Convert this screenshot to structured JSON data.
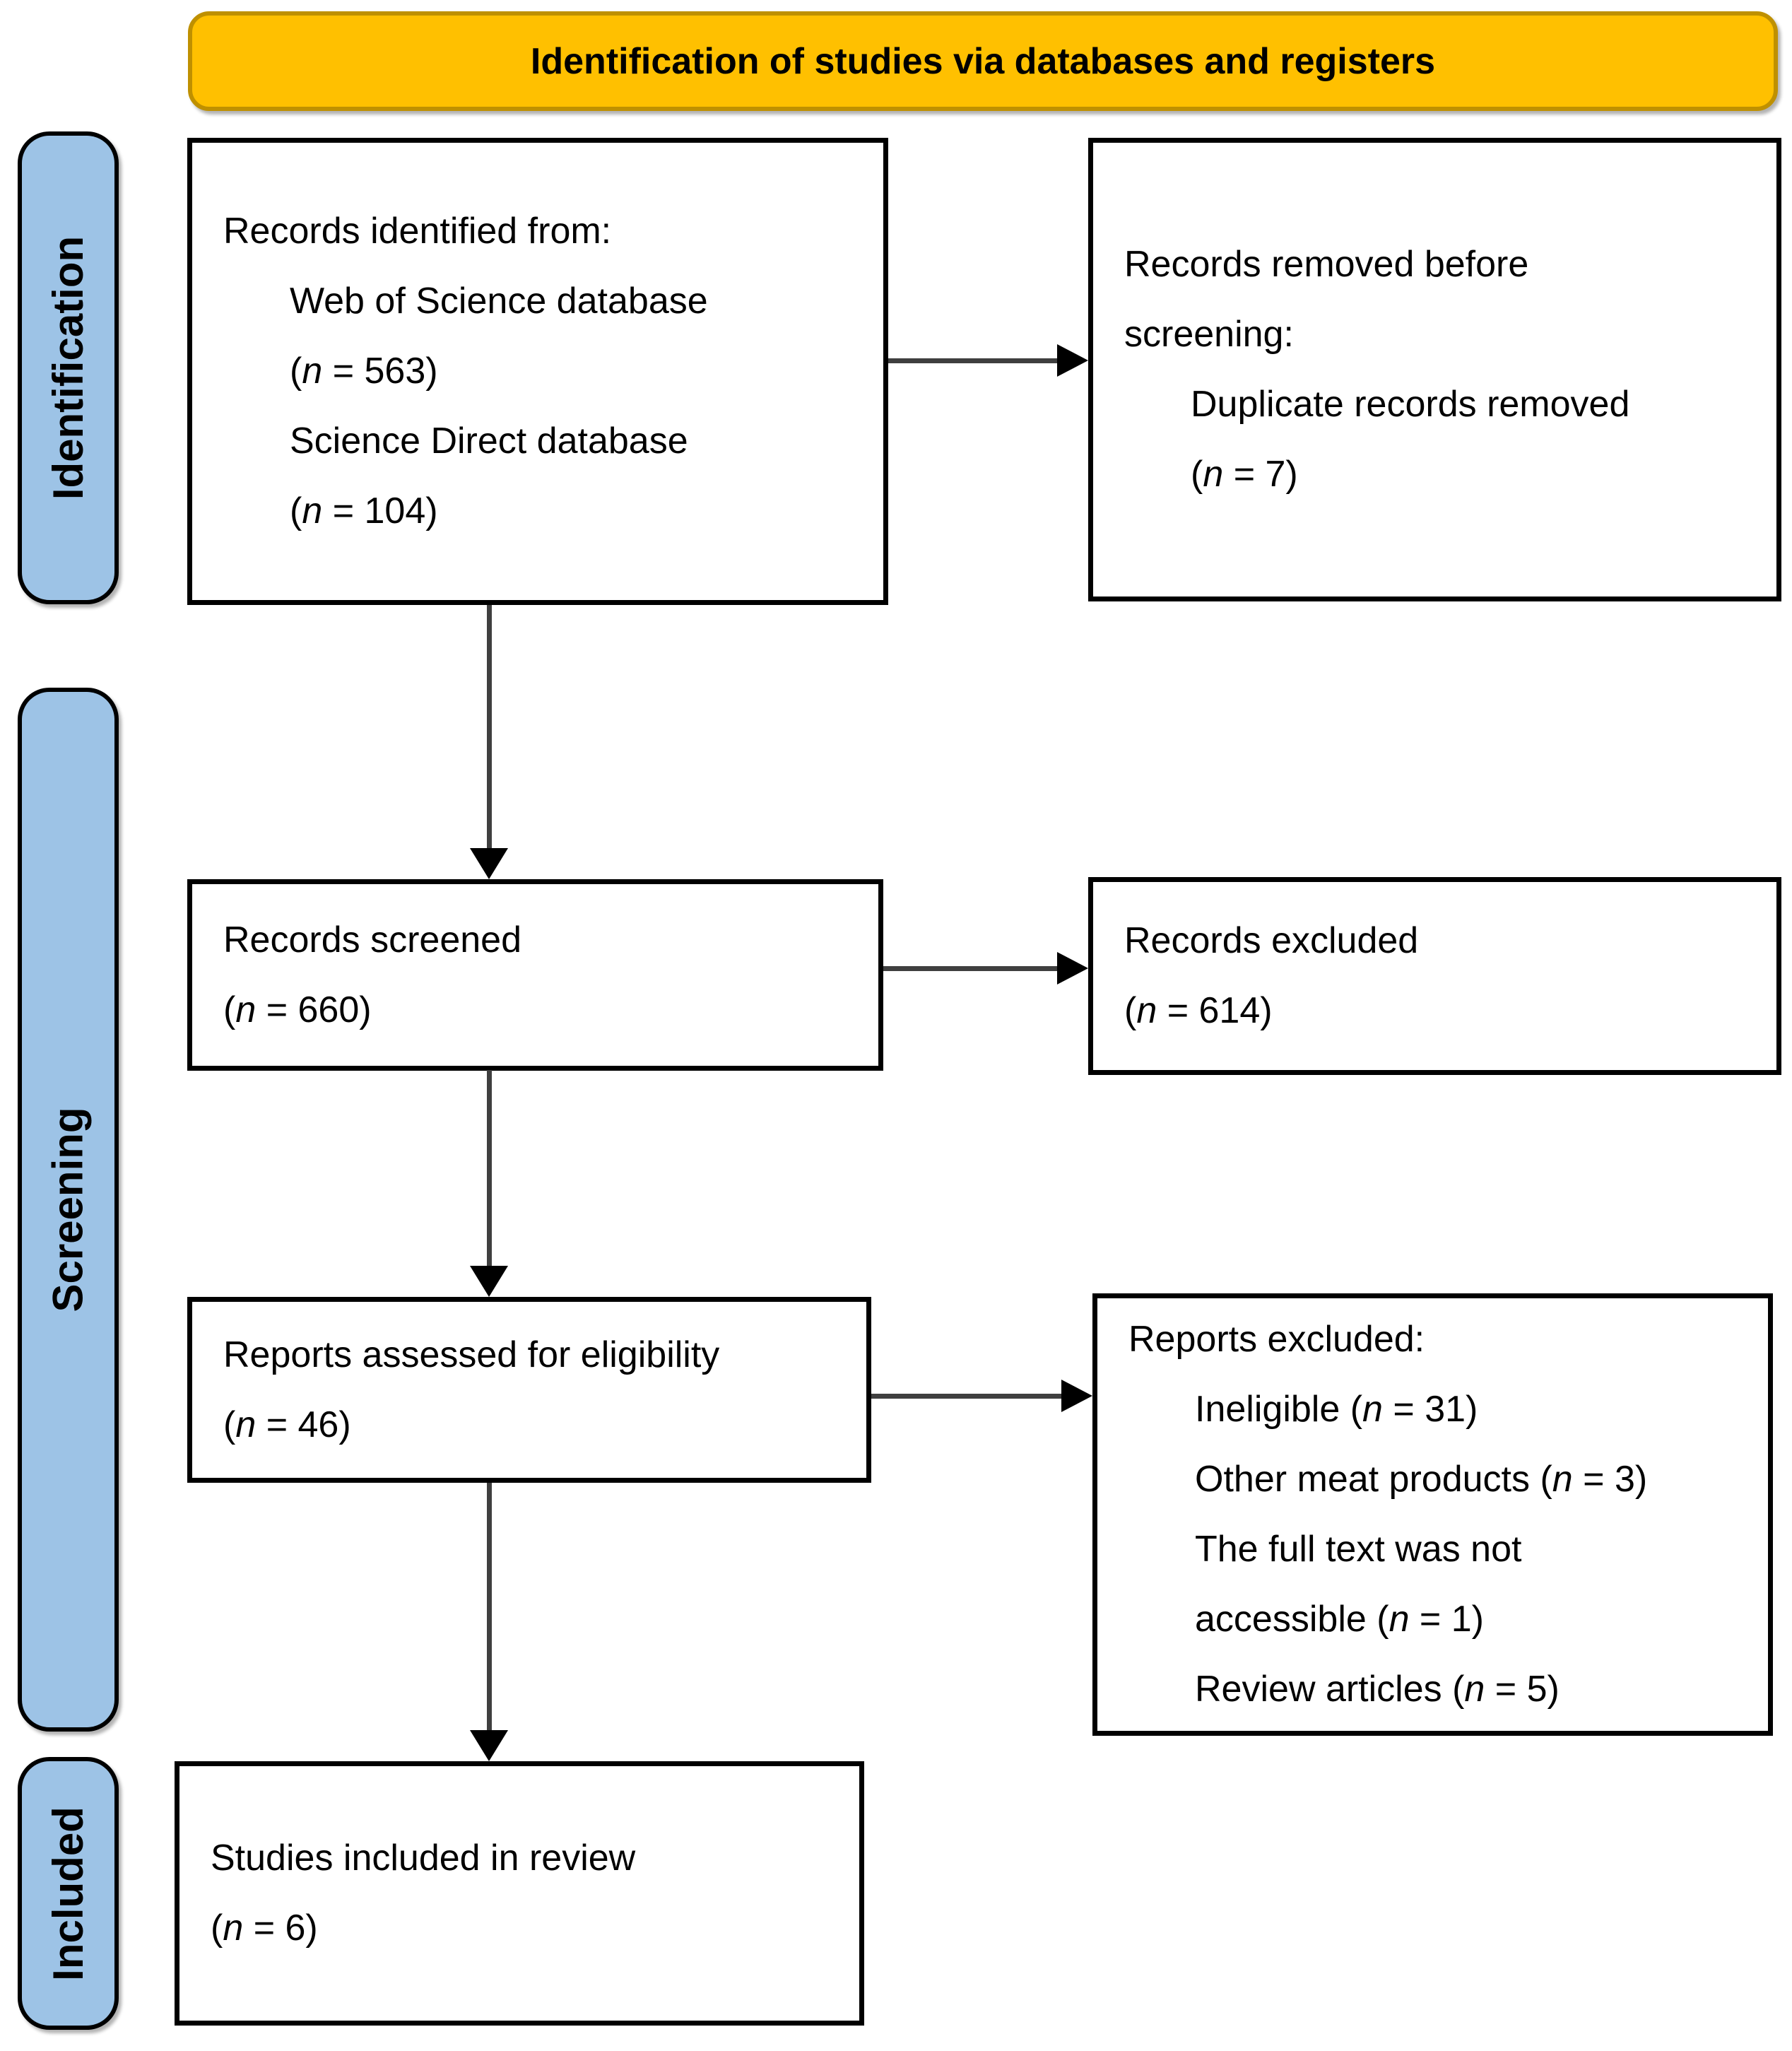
{
  "banner": {
    "title": "Identification of studies via databases and registers"
  },
  "sidebar": {
    "identification": "Identification",
    "screening": "Screening",
    "included": "Included"
  },
  "boxes": {
    "records_identified": {
      "lines": [
        {
          "text": "Records identified from:",
          "indent": false
        },
        {
          "text": "Web of Science database",
          "indent": true
        },
        {
          "text": "(*n* = 563)",
          "indent": true
        },
        {
          "text": "Science Direct database",
          "indent": true
        },
        {
          "text": "(*n* = 104)",
          "indent": true
        }
      ]
    },
    "records_removed": {
      "lines": [
        {
          "text": "Records removed before",
          "indent": false
        },
        {
          "text": "screening:",
          "indent": false
        },
        {
          "text": "Duplicate records removed",
          "indent": true
        },
        {
          "text": "(*n* = 7)",
          "indent": true
        }
      ]
    },
    "records_screened": {
      "lines": [
        {
          "text": "Records screened",
          "indent": false
        },
        {
          "text": "(*n* = 660)",
          "indent": false
        }
      ]
    },
    "records_excluded": {
      "lines": [
        {
          "text": "Records excluded",
          "indent": false
        },
        {
          "text": "(*n* = 614)",
          "indent": false
        }
      ]
    },
    "reports_assessed": {
      "lines": [
        {
          "text": "Reports assessed for eligibility",
          "indent": false
        },
        {
          "text": "(*n* = 46)",
          "indent": false
        }
      ]
    },
    "reports_excluded": {
      "lines": [
        {
          "text": "Reports excluded:",
          "indent": false
        },
        {
          "text": "Ineligible (*n* = 31)",
          "indent": true
        },
        {
          "text": "Other meat products (*n* = 3)",
          "indent": true
        },
        {
          "text": "The full text was not",
          "indent": true
        },
        {
          "text": "accessible (*n* = 1)",
          "indent": true
        },
        {
          "text": "Review articles (*n* = 5)",
          "indent": true
        }
      ]
    },
    "studies_included": {
      "lines": [
        {
          "text": "Studies included in review",
          "indent": false
        },
        {
          "text": "(*n* = 6)",
          "indent": false
        }
      ]
    }
  },
  "colors": {
    "banner_fill": "#FFC000",
    "banner_border": "#BF9000",
    "stage_fill": "#9DC3E6",
    "box_border": "#000000",
    "arrow": "#3F3F3F",
    "text": "#000000"
  }
}
